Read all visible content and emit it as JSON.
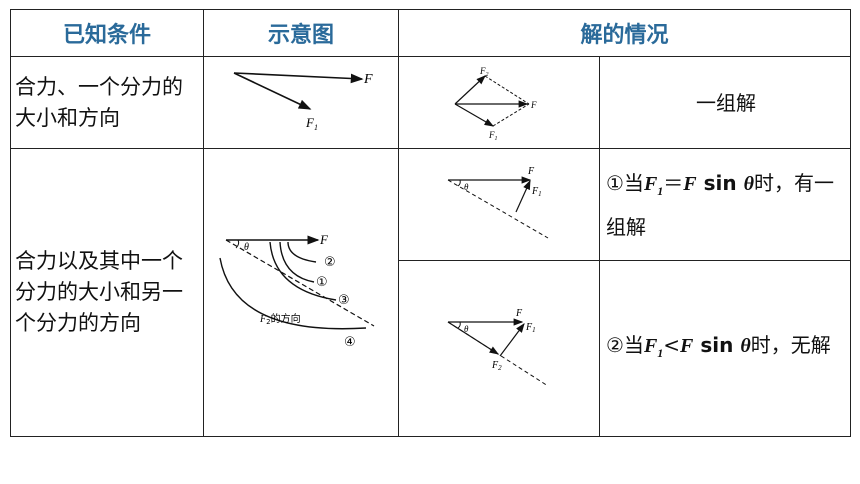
{
  "headers": {
    "known": "已知条件",
    "diagram": "示意图",
    "solution": "解的情况"
  },
  "row1": {
    "condition": "合力、一个分力的大小和方向",
    "result": "一组解"
  },
  "row2": {
    "condition": "合力以及其中一个分力的大小和另一个分力的方向",
    "case1_a": "①当",
    "case1_b": "F",
    "case1_sub": "1",
    "case1_c": "＝",
    "case1_d": "F",
    "case1_e": " sin ",
    "case1_f": "θ",
    "case1_g": "时，有一组解",
    "case2_a": "②当",
    "case2_b": "F",
    "case2_sub": "1",
    "case2_c": "<",
    "case2_d": "F",
    "case2_e": " sin ",
    "case2_f": "θ",
    "case2_g": "时，无解"
  },
  "labels": {
    "F": "F",
    "F1": "F",
    "F2": "F",
    "sub1": "1",
    "sub2": "2",
    "theta": "θ",
    "c1": "①",
    "c2": "②",
    "c3": "③",
    "c4": "④",
    "f2_direction": "的方向"
  },
  "colors": {
    "header": "#2a6a9a",
    "border": "#222222"
  }
}
